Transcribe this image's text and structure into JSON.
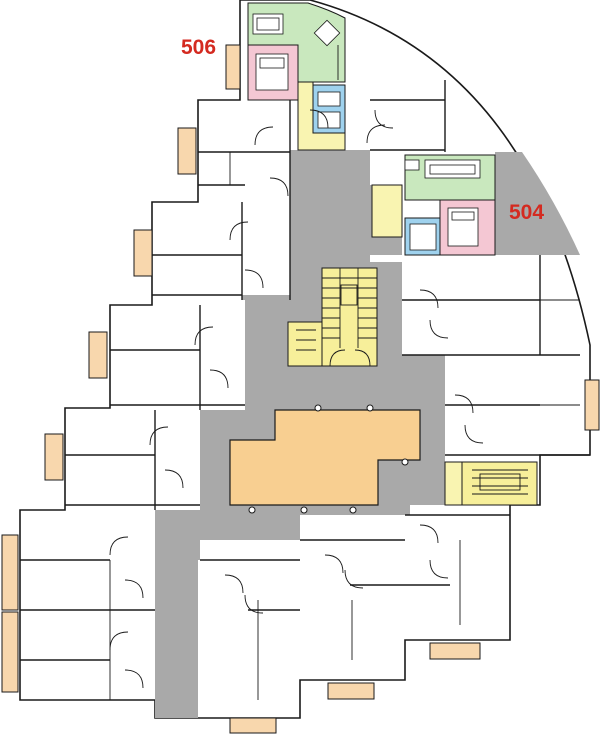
{
  "units": [
    {
      "id": "unit-506",
      "label": "506"
    },
    {
      "id": "unit-504",
      "label": "504"
    }
  ],
  "colors": {
    "corridor": "#a9a9a9",
    "core": "#f8cf91",
    "stairs": "#f7ef9a",
    "living": "#c9e8be",
    "bedroom": "#f4c7d3",
    "bathroom": "#9fd2ee",
    "hall": "#f9f4b1",
    "balcony": "#f8d7ad",
    "unit_label": "#d42a20"
  }
}
